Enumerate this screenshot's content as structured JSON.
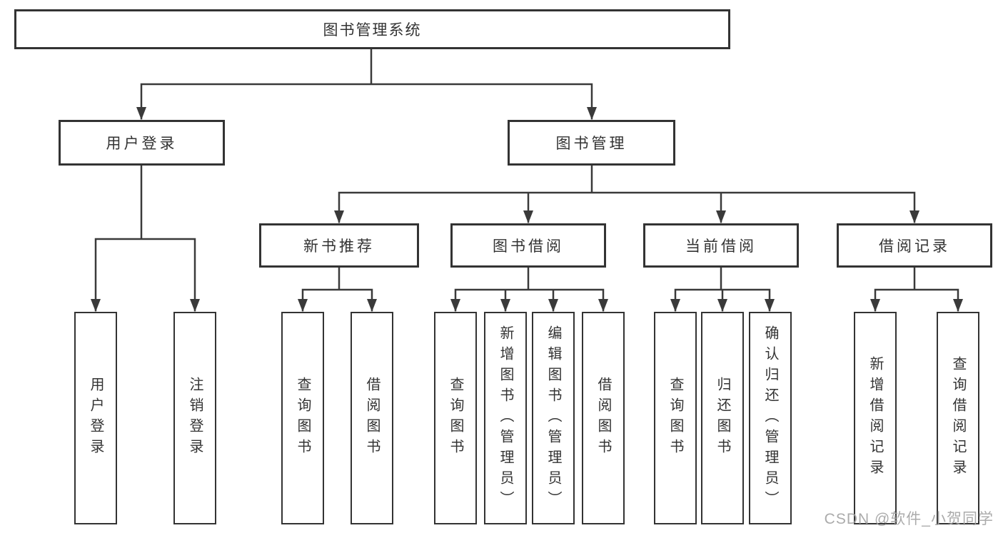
{
  "diagram": {
    "root": {
      "label": "图书管理系统"
    },
    "level2": {
      "user_login": {
        "label": "用户登录"
      },
      "book_management": {
        "label": "图书管理"
      }
    },
    "level3": {
      "new_book_recommendation": {
        "label": "新书推荐"
      },
      "book_borrowing": {
        "label": "图书借阅"
      },
      "current_borrowing": {
        "label": "当前借阅"
      },
      "borrowing_records": {
        "label": "借阅记录"
      }
    },
    "leaves": {
      "user_login": "用户登录",
      "logout": "注销登录",
      "nb_query_books": "查询图书",
      "nb_borrow_books": "借阅图书",
      "bb_query_books": "查询图书",
      "bb_add_books": "新增图书（管理员）",
      "bb_edit_books": "编辑图书（管理员）",
      "bb_borrow_books": "借阅图书",
      "cb_query_books": "查询图书",
      "cb_return_books": "归还图书",
      "cb_confirm_return": "确认归还（管理员）",
      "br_add_record": "新增借阅记录",
      "br_query_record": "查询借阅记录"
    }
  },
  "watermark": "CSDN @软件_小贺同学",
  "colors": {
    "line": "#3a3a3a",
    "box_border": "#333333",
    "text": "#333333",
    "watermark": "#a3a3a3",
    "background": "#ffffff"
  }
}
